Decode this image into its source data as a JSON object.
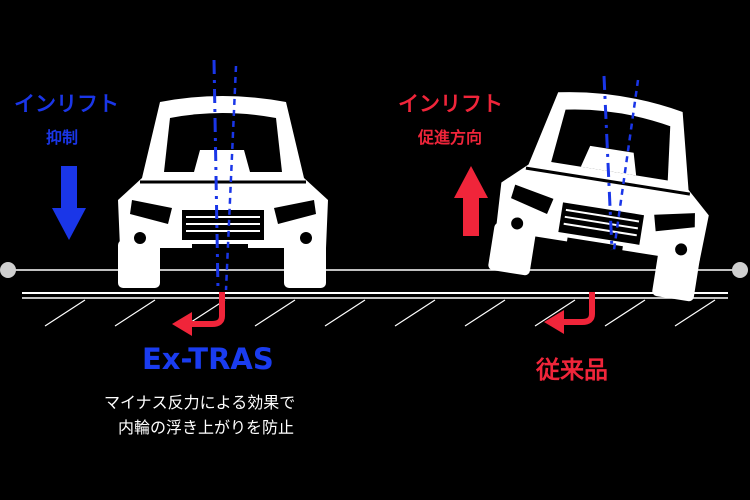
{
  "left": {
    "title": "インリフト",
    "subtitle": "抑制",
    "product_name": "Ex-TRAS",
    "description_line1": "マイナス反力による効果で",
    "description_line2": "内輪の浮き上がりを防止"
  },
  "right": {
    "title": "インリフト",
    "subtitle": "促進方向",
    "product_name": "従来品"
  },
  "colors": {
    "blue": "#1a36e8",
    "red": "#f0253a",
    "car": "#ffffff",
    "background": "#000000"
  },
  "icons": {
    "left_arrow": "down-arrow-icon",
    "right_arrow": "up-arrow-icon",
    "reaction_arrows": "curved-arrow-icon"
  }
}
